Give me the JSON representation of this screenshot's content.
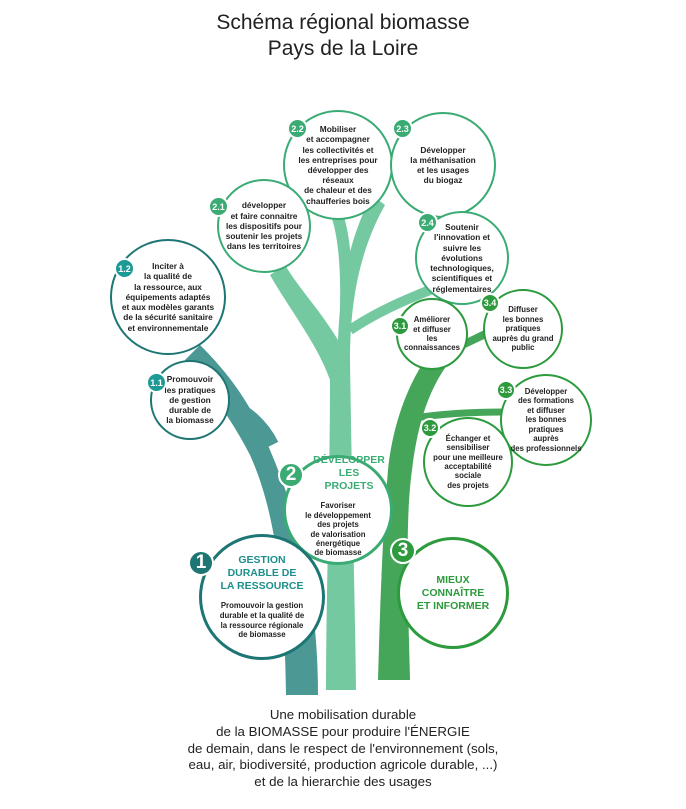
{
  "title": [
    "Schéma régional biomasse",
    "Pays de la Loire"
  ],
  "colors": {
    "axis1": "#1d7673",
    "axis2": "#3bab74",
    "axis3": "#2c9a3d",
    "trunk1": "#4b9894",
    "trunk2": "#74c9a0",
    "trunk3": "#45a659"
  },
  "axes": [
    {
      "number": "1",
      "heading": "GESTION\nDURABLE DE\nLA RESSOURCE",
      "text": "Promouvoir la gestion\ndurable et la qualité de\nla ressource régionale\nde biomasse"
    },
    {
      "number": "2",
      "heading": "DÉVELOPPER\nLES PROJETS",
      "text": "Favoriser\nle développement\ndes projets\nde valorisation\nénergétique\nde biomasse"
    },
    {
      "number": "3",
      "heading": "MIEUX\nCONNAÎTRE\nET INFORMER",
      "text": ""
    }
  ],
  "actions": {
    "a11": {
      "number": "1.1",
      "text": "Promouvoir\nles pratiques\nde gestion\ndurable de\nla biomasse"
    },
    "a12": {
      "number": "1.2",
      "text": "Inciter à\nla qualité de\nla ressource, aux\néquipements adaptés\net aux modèles garants\nde la sécurité sanitaire\net environnementale"
    },
    "a21": {
      "number": "2.1",
      "text": "développer\net faire connaitre\nles dispositifs pour\nsoutenir les projets\ndans les territoires"
    },
    "a22": {
      "number": "2.2",
      "text": "Mobiliser\net accompagner\nles collectivités et\nles entreprises pour\ndévelopper des réseaux\nde chaleur et des\nchaufferies bois"
    },
    "a23": {
      "number": "2.3",
      "text": "Développer\nla méthanisation\net les usages\ndu biogaz"
    },
    "a24": {
      "number": "2.4",
      "text": "Soutenir\nl'innovation et\nsuivre les évolutions\ntechnologiques,\nscientifiques et\nréglementaires"
    },
    "a31": {
      "number": "3.1",
      "text": "Améliorer\net diffuser\nles connaissances"
    },
    "a32": {
      "number": "3.2",
      "text": "Échanger et\nsensibiliser\npour une meilleure\nacceptabilité\nsociale\ndes projets"
    },
    "a33": {
      "number": "3.3",
      "text": "Développer\ndes formations\net diffuser\nles bonnes pratiques\nauprès\ndes professionnels"
    },
    "a34": {
      "number": "3.4",
      "text": "Diffuser\nles bonnes\npratiques\nauprès du grand\npublic"
    }
  },
  "footer": [
    "Une mobilisation durable",
    "de la BIOMASSE pour produire l'ÉNERGIE",
    "de demain, dans le respect de l'environnement (sols,",
    "eau, air, biodiversité, production agricole durable, ...)",
    "et de la hierarchie des usages"
  ]
}
